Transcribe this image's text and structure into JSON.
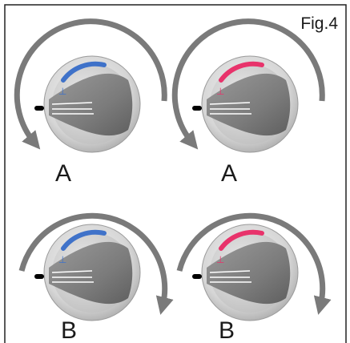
{
  "figure": {
    "title": "Fig.4",
    "colors": {
      "cold": "#3f72c9",
      "hot": "#e8336b",
      "arrow": "#7a7a7a",
      "frame": "#222222"
    },
    "dials": [
      {
        "label": "A",
        "indicator": "cold",
        "rotation": "counterclockwise"
      },
      {
        "label": "A",
        "indicator": "hot",
        "rotation": "counterclockwise"
      },
      {
        "label": "B",
        "indicator": "cold",
        "rotation": "clockwise"
      },
      {
        "label": "B",
        "indicator": "hot",
        "rotation": "clockwise"
      }
    ]
  }
}
